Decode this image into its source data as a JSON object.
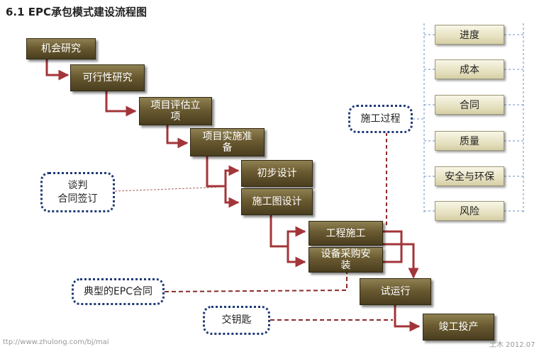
{
  "title": "6.1 EPC承包模式建设流程图",
  "steps": {
    "opportunity": "机会研究",
    "feasibility": "可行性研究",
    "evaluation_line1": "项目评估立",
    "evaluation_line2": "项",
    "preparation_line1": "项目实施准",
    "preparation_line2": "备",
    "preliminary_design": "初步设计",
    "construction_drawing": "施工图设计",
    "construction": "工程施工",
    "procurement_line1": "设备采购安",
    "procurement_line2": "装",
    "trial_run": "试运行",
    "completion": "竣工投产"
  },
  "process_controls": [
    "进度",
    "成本",
    "合同",
    "质量",
    "安全与环保",
    "风险"
  ],
  "callouts": {
    "negotiation_line1": "谈判",
    "negotiation_line2": "合同签订",
    "process": "施工过程",
    "epc_contract": "典型的EPC合同",
    "handover": "交钥匙"
  },
  "footer": {
    "left": "ttp://www.zhulong.com/bj/mai",
    "right": "土木 2012.07"
  },
  "colors": {
    "step_fill": "#6a5a31",
    "control_fill": "#e6e1c0",
    "arrow": "#a3353a",
    "dashed_connector": "#8b2a2a",
    "callout_border": "#1f3a78",
    "bracket": "#6b8fc4"
  }
}
